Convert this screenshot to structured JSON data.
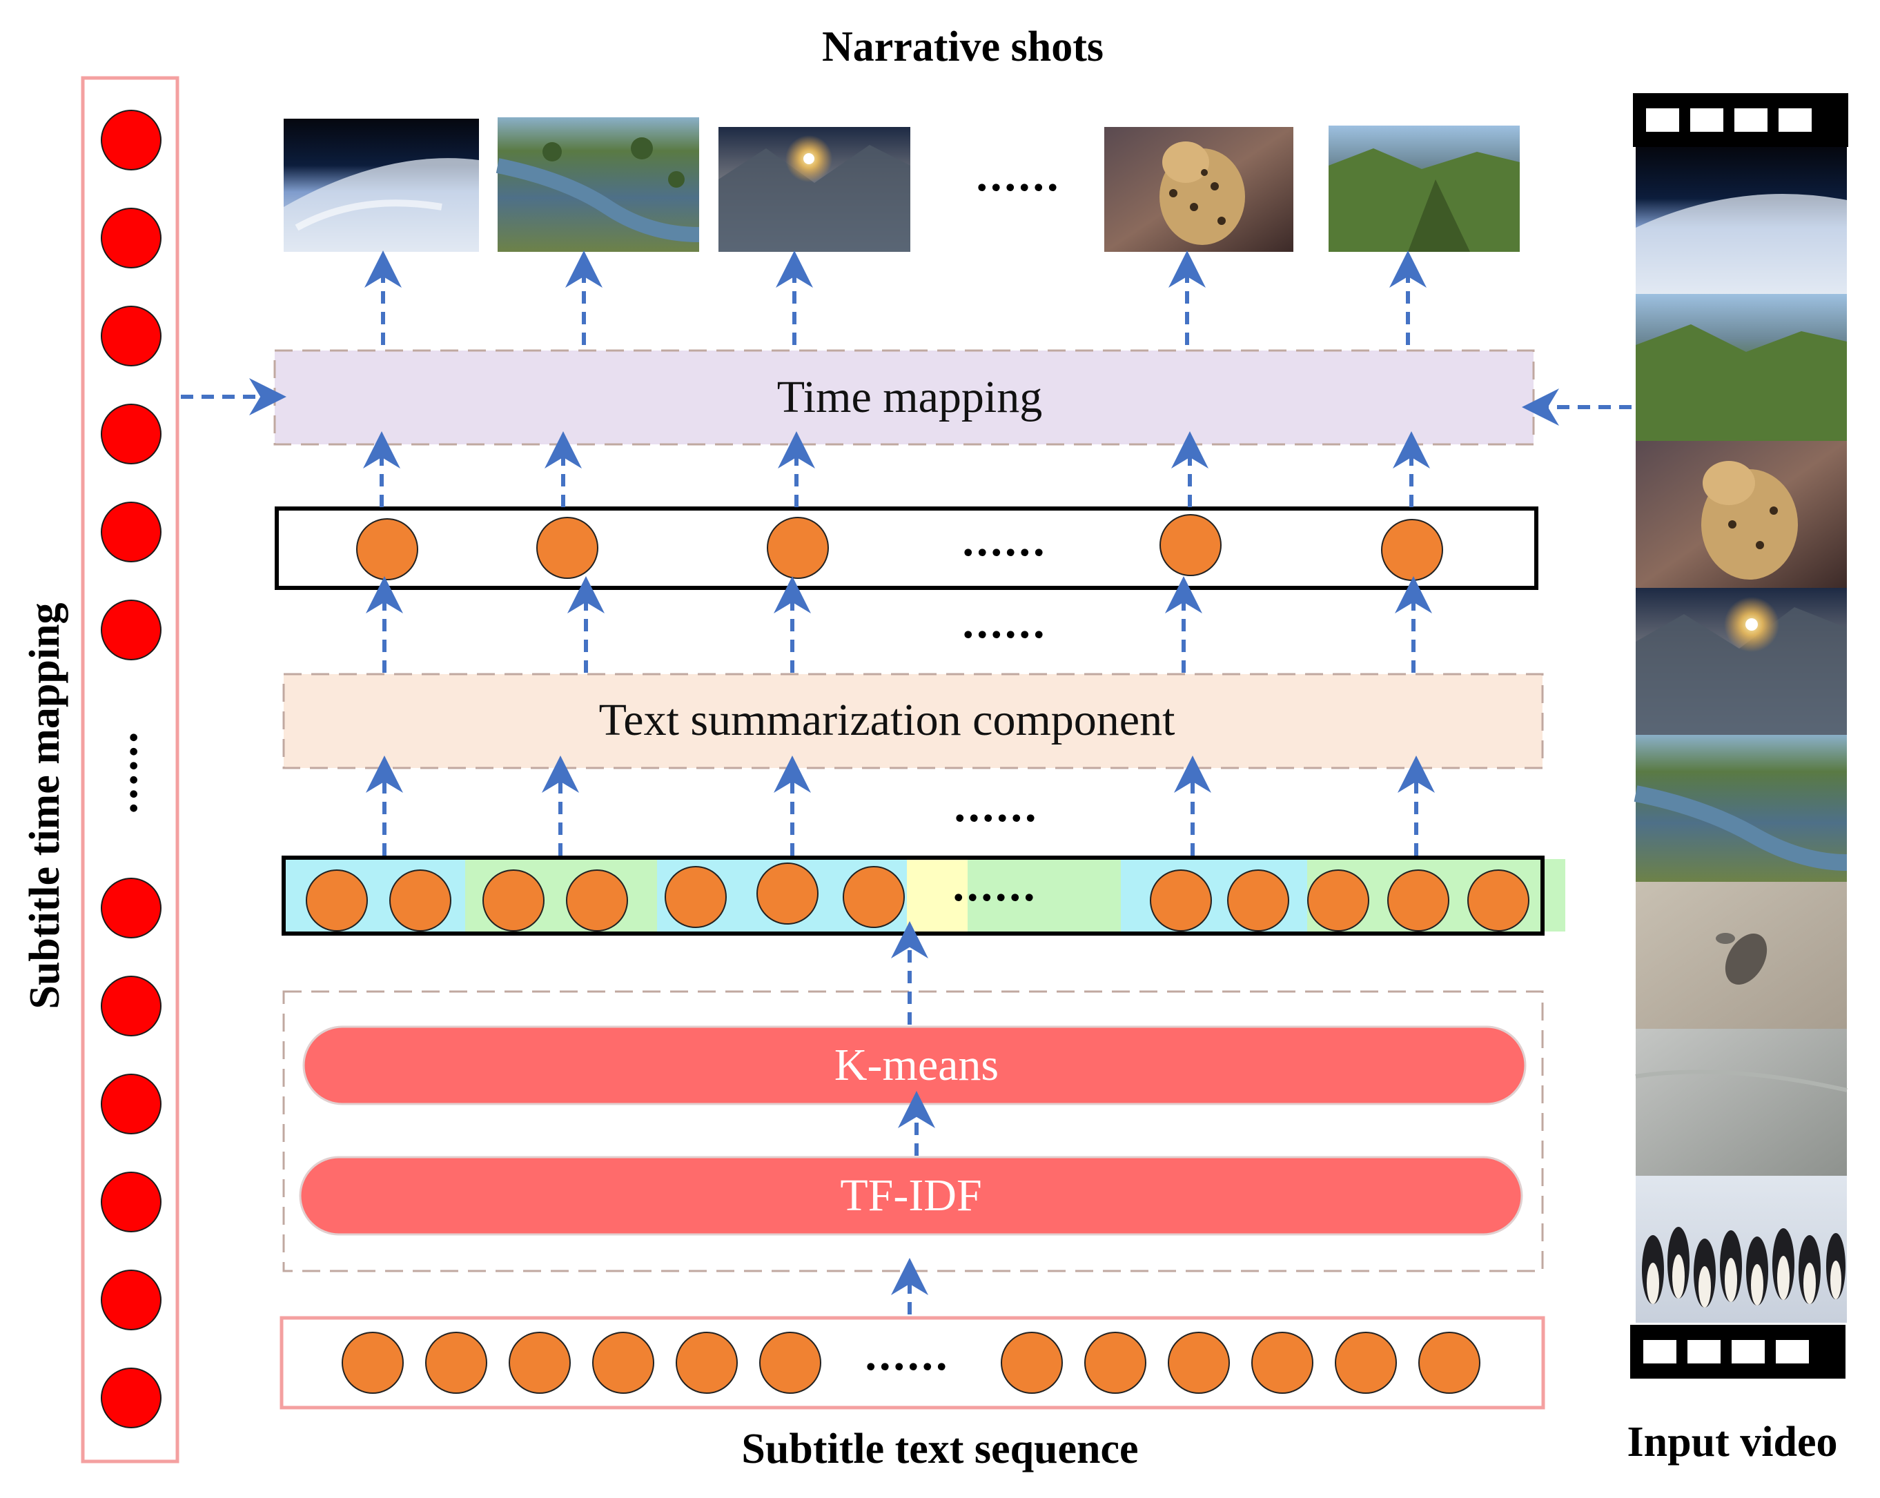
{
  "titles": {
    "top": "Narrative shots",
    "bottom": "Subtitle text sequence",
    "left": "Subtitle time mapping",
    "right": "Input video"
  },
  "boxes": {
    "time_mapping": "Time mapping",
    "summarization": "Text summarization component",
    "kmeans": "K-means",
    "tfidf": "TF-IDF"
  },
  "ellipsis": "......",
  "colors": {
    "red_circle": "#ff0000",
    "orange_circle": "#f08232",
    "arrow_blue": "#4472c4",
    "pill_red": "#ff6b6b",
    "lavender": "#e8dff0",
    "peach": "#fbe9dc",
    "cyan_segment": "#b2f0f8",
    "green_segment": "#c6f5c0",
    "yellow_segment": "#ffffc0",
    "pink_border": "#f4a0a0",
    "tan_dash": "#c0a8a0"
  },
  "narrative_shots": [
    {
      "name": "earth-from-space-image"
    },
    {
      "name": "river-delta-image"
    },
    {
      "name": "sunset-cave-image"
    },
    {
      "name": "leopard-image"
    },
    {
      "name": "mountain-valley-image"
    }
  ],
  "input_video_frames": [
    {
      "name": "earth-frame"
    },
    {
      "name": "mountain-frame"
    },
    {
      "name": "leopard-frame"
    },
    {
      "name": "sunset-cave-frame"
    },
    {
      "name": "river-delta-frame"
    },
    {
      "name": "elephant-aerial-frame"
    },
    {
      "name": "snow-plain-frame"
    },
    {
      "name": "penguins-frame"
    }
  ]
}
